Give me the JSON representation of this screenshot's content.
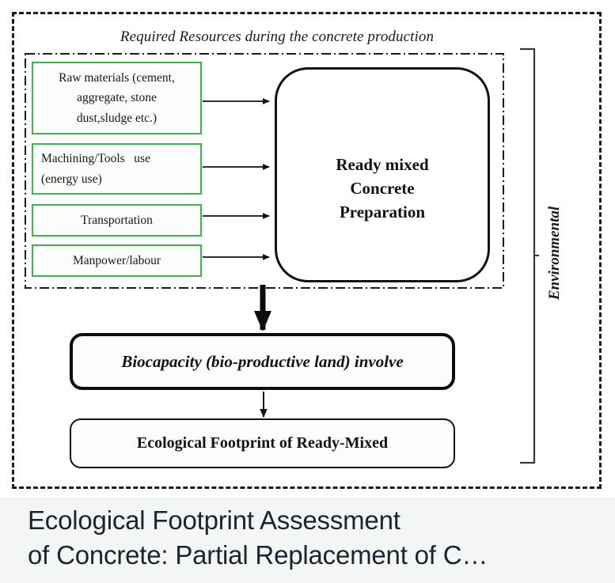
{
  "figure": {
    "header_label": "Required Resources during the concrete production",
    "side_label": "Environmental",
    "resource_boxes": [
      {
        "name": "raw-materials",
        "align": "center",
        "lines": [
          "Raw materials (cement,",
          "aggregate, stone",
          "dust,sludge etc.)"
        ]
      },
      {
        "name": "machining-tools",
        "align": "left",
        "lines": [
          "Machining/Tools   use",
          "(energy use)"
        ]
      },
      {
        "name": "transportation",
        "align": "center",
        "lines": [
          "Transportation"
        ]
      },
      {
        "name": "manpower-labour",
        "align": "center",
        "lines": [
          "Manpower/labour"
        ]
      }
    ],
    "process_box": {
      "lines": [
        "Ready mixed",
        "Concrete",
        "Preparation"
      ]
    },
    "biocapacity_box": {
      "label": "Biocapacity (bio-productive land) involve"
    },
    "footprint_box": {
      "label": "Ecological Footprint of Ready-Mixed"
    },
    "colors": {
      "resource_border_green": "#3fb44d",
      "outline_black": "#121212",
      "caption_background": "#f4f5f5",
      "caption_text": "#1c2430"
    }
  },
  "caption": {
    "line1": "Ecological Footprint Assessment",
    "line2": "of Concrete: Partial Replacement of C…"
  }
}
